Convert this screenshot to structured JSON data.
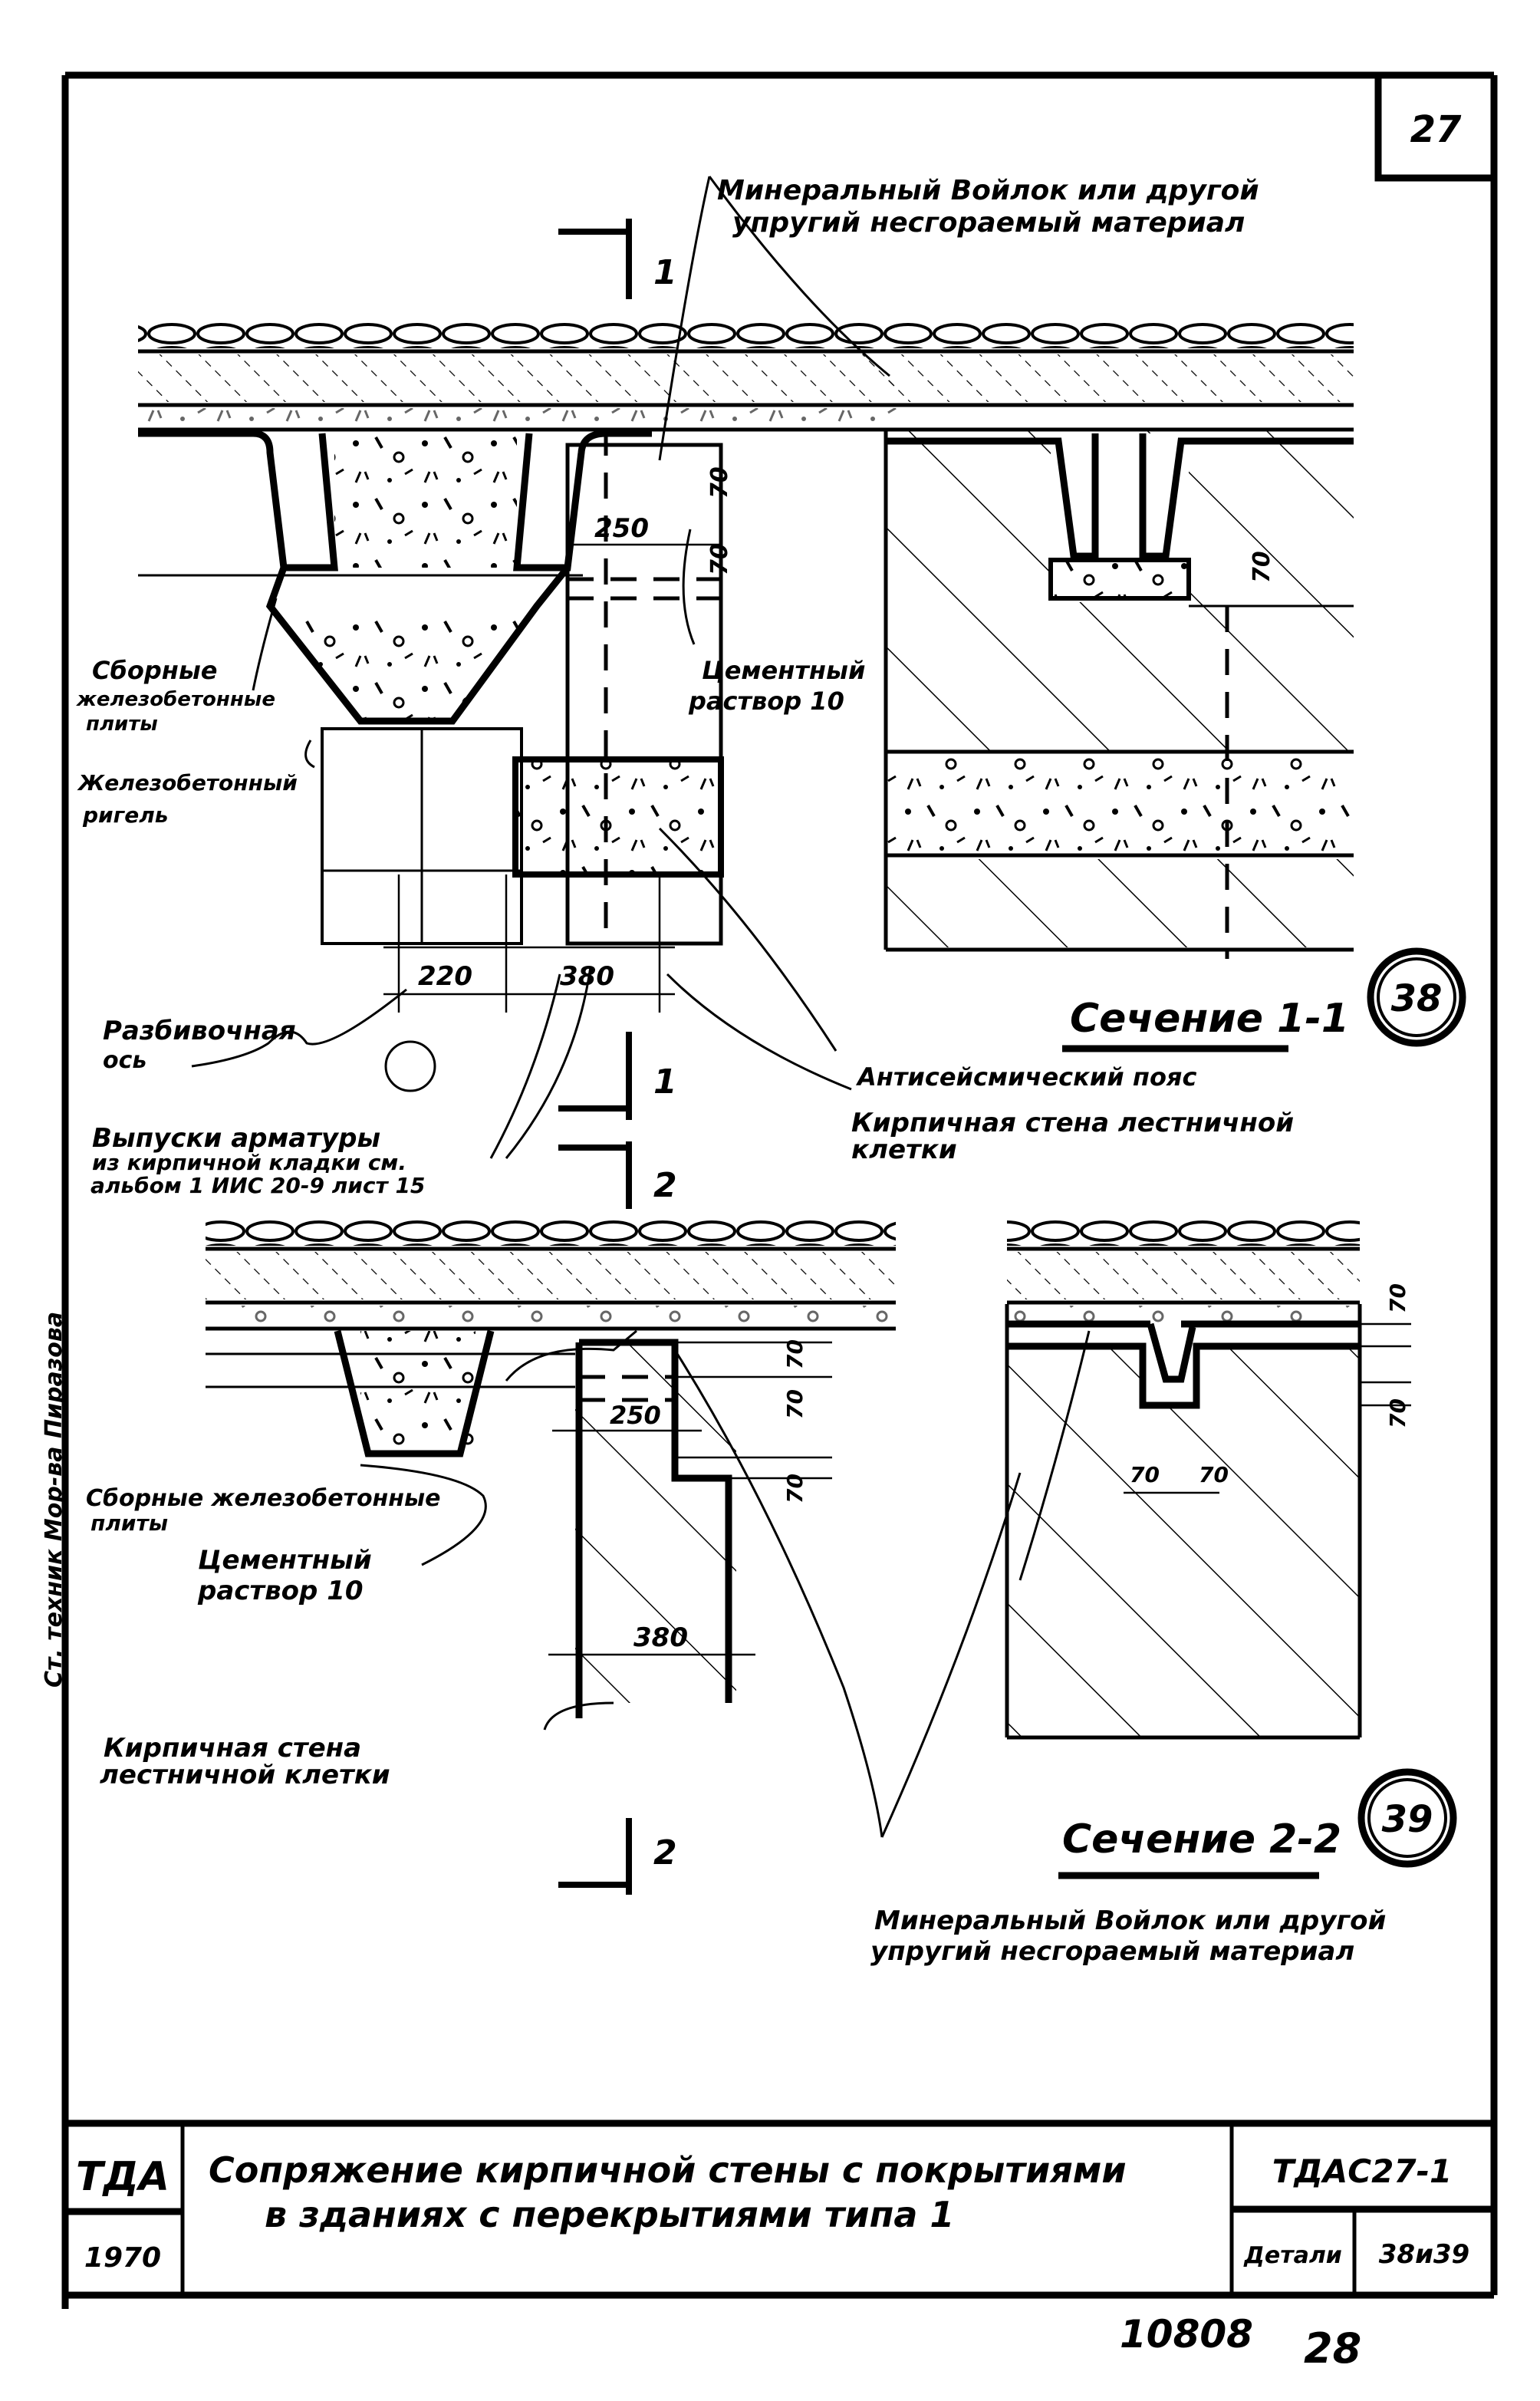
{
  "sheet": {
    "sheet_number": "27",
    "left_margin_text": "Ст. техник  Мор-ва  Пиразова"
  },
  "section_markers": {
    "cut1_top": "1",
    "cut1_bottom": "1",
    "cut2_top": "2",
    "cut2_bottom": "2"
  },
  "plan_view": {
    "label_mineral_felt": [
      "Минеральный Войлок или другой",
      "упругий несгораемый материал"
    ],
    "label_precast_slabs": [
      "Сборные",
      "железобетонные",
      "плиты"
    ],
    "label_cement_mortar": [
      "Цементный",
      "раствор 10"
    ],
    "label_rc_girder": [
      "Железобетонный",
      "ригель"
    ],
    "label_axis": [
      "Разбивочная",
      "ось"
    ],
    "label_rebar": [
      "Выпуски арматуры",
      "из кирпичной кладки см.",
      "альбом 1 ИИС 20-9 лист 15"
    ],
    "label_seismic_belt": "Антисейсмический пояс",
    "label_brick_wall": [
      "Кирпичная стена лестничной",
      "клетки"
    ],
    "dimensions": {
      "d250": "250",
      "d70_a": "70",
      "d70_b": "70",
      "d220": "220",
      "d380": "380"
    }
  },
  "section_1_1": {
    "title": "Сечение 1-1",
    "detail_number": "38",
    "dim_70": "70"
  },
  "lower_view": {
    "label_precast_slabs": [
      "Сборные железобетонные",
      "плиты"
    ],
    "label_cement_mortar": [
      "Цементный",
      "раствор 10"
    ],
    "label_brick_wall": [
      "Кирпичная    стена",
      "лестничной клетки"
    ],
    "dimensions": {
      "d70_top": "70",
      "d70_mid": "70",
      "d250": "250",
      "d70_low": "70",
      "d380": "380"
    }
  },
  "section_2_2": {
    "title": "Сечение 2-2",
    "detail_number": "39",
    "dims": [
      "70",
      "70",
      "70",
      "70"
    ],
    "label_mineral_felt": [
      "Минеральный  Войлок или другой",
      "упругий  несгораемый материал"
    ]
  },
  "title_block": {
    "org": "ТДА",
    "year": "1970",
    "title_line1": "Сопряжение  кирпичной стены с покрытиями",
    "title_line2": "в  зданиях  с  перекрытиями типа 1",
    "code": "ТДАС27-1",
    "details_label": "Детали",
    "details_value": "38и39"
  },
  "footer": {
    "archive_number": "10808",
    "page_number": "28"
  }
}
